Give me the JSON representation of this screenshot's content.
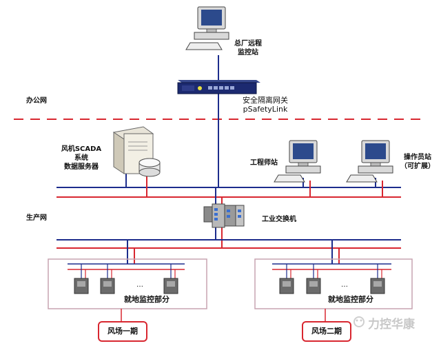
{
  "labels": {
    "remote_station_line1": "总厂远程",
    "remote_station_line2": "监控站",
    "gateway_line1": "安全隔离网关",
    "gateway_line2": "pSafetyLink",
    "office_net": "办公网",
    "scada_line1": "风机SCADA",
    "scada_line2": "系统",
    "scada_line3": "数据服务器",
    "engineer_station": "工程师站",
    "operator_line1": "操作员站",
    "operator_line2": "（可扩展）",
    "production_net": "生产网",
    "industrial_switch": "工业交换机",
    "local_monitor_1": "就地监控部分",
    "local_monitor_2": "就地监控部分",
    "ellipsis_1": "…",
    "ellipsis_2": "…",
    "farm_phase_1": "风场一期",
    "farm_phase_2": "风场二期",
    "watermark": "力控华康"
  },
  "colors": {
    "red_line": "#d8262f",
    "blue_line": "#1c2c8c",
    "box_border": "#c7a3b0"
  }
}
